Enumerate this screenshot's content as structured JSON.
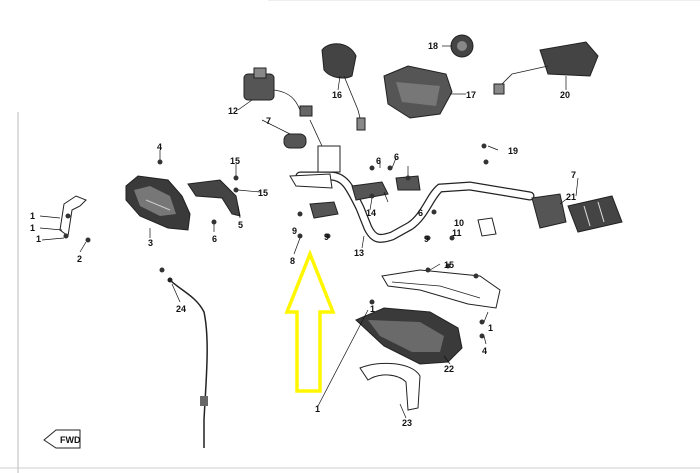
{
  "diagram": {
    "fwd_label": "FWD",
    "callouts": [
      "1",
      "1",
      "1",
      "1",
      "1",
      "1",
      "2",
      "3",
      "4",
      "4",
      "5",
      "6",
      "6",
      "6",
      "6",
      "7",
      "7",
      "8",
      "9",
      "9",
      "9",
      "10",
      "11",
      "12",
      "13",
      "14",
      "15",
      "15",
      "15",
      "16",
      "17",
      "18",
      "19",
      "20",
      "21",
      "22",
      "23",
      "24"
    ],
    "arrow_color": "#fff700"
  }
}
